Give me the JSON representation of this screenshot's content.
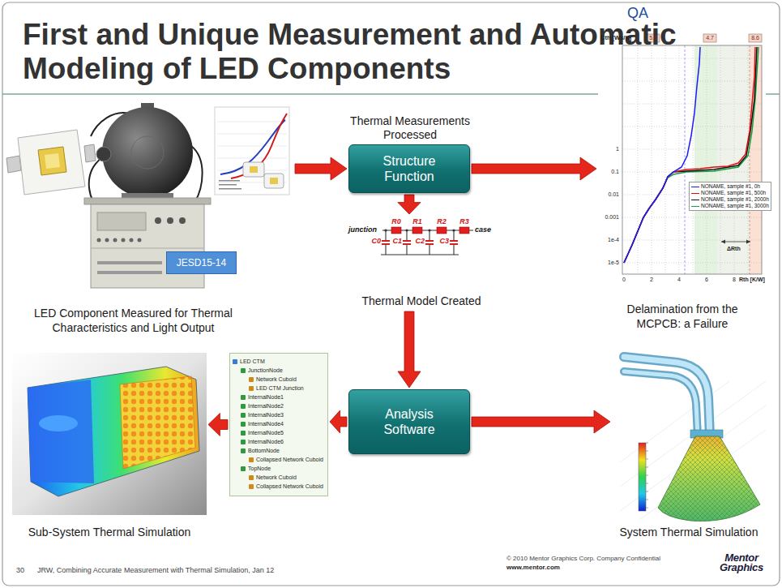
{
  "diagram": {
    "title": "First and Unique Measurement and Automatic Modeling of LED Components",
    "nodes": [
      {
        "text": [
          "LED Component Measured for Thermal Characteristics and Light Output"
        ]
      },
      {
        "text": [
          "JESD15-14"
        ],
        "in": 0
      },
      {
        "text": [
          "Thermal Measurements Processed",
          "Structure Function"
        ]
      },
      {
        "text": [
          "QA",
          "Delamination from the MCPCB: a Failure"
        ]
      },
      {
        "text": [
          "Thermal Model Created"
        ]
      },
      {
        "text": [
          "Sub-System Thermal Simulation"
        ]
      },
      {
        "text": [
          "LED CTM",
          "JunctionNode",
          "Network Cuboid",
          "LED CTM Junction",
          "InternalNode1",
          "InternalNode2",
          "InternalNode3",
          "InternalNode4",
          "InternalNode5",
          "InternalNode6",
          "BottomNode",
          "Collapsed Network Cuboid",
          "TopNode",
          "Network Cuboid",
          "Collapsed Network Cuboid"
        ]
      },
      {
        "text": [
          "Analysis Software"
        ]
      },
      {
        "text": [
          "System Thermal Simulation"
        ]
      }
    ],
    "edges": [
      {
        "from": 0,
        "to": 2,
        "arrow": "to"
      },
      {
        "from": 2,
        "to": 3,
        "arrow": "to"
      },
      {
        "from": 2,
        "to": 4,
        "arrow": "to"
      },
      {
        "from": 4,
        "to": 7,
        "arrow": "to"
      },
      {
        "from": 7,
        "to": 6,
        "arrow": "to"
      },
      {
        "from": 6,
        "to": 5,
        "arrow": "to"
      },
      {
        "from": 7,
        "to": 8,
        "arrow": "to"
      }
    ],
    "labels": [
      "junction",
      "R0",
      "R1",
      "R2",
      "R3",
      "case",
      "C0",
      "C1",
      "C2",
      "C3",
      "Cth [Ws/K]",
      "5.6",
      "4.7",
      "8.6",
      "1",
      "0.1",
      "0.01",
      "0.001",
      "1e-4",
      "1e-5",
      "0",
      "2",
      "4",
      "6",
      "8",
      "Rth [K/W]",
      "ΔRth",
      "30",
      "JRW, Combining Accurate Measurement with Thermal Simulation, Jan 12",
      "© 2010 Mentor Graphics Corp. Company Confidential",
      "www.mentor.com",
      "Mentor Graphics"
    ],
    "legend": [
      {
        "text": "NONAME, sample #1, 0h"
      },
      {
        "text": "NONAME, sample #1, 500h"
      },
      {
        "text": "NONAME, sample #1, 2000h"
      },
      {
        "text": "NONAME, sample #1, 3000h"
      }
    ]
  }
}
